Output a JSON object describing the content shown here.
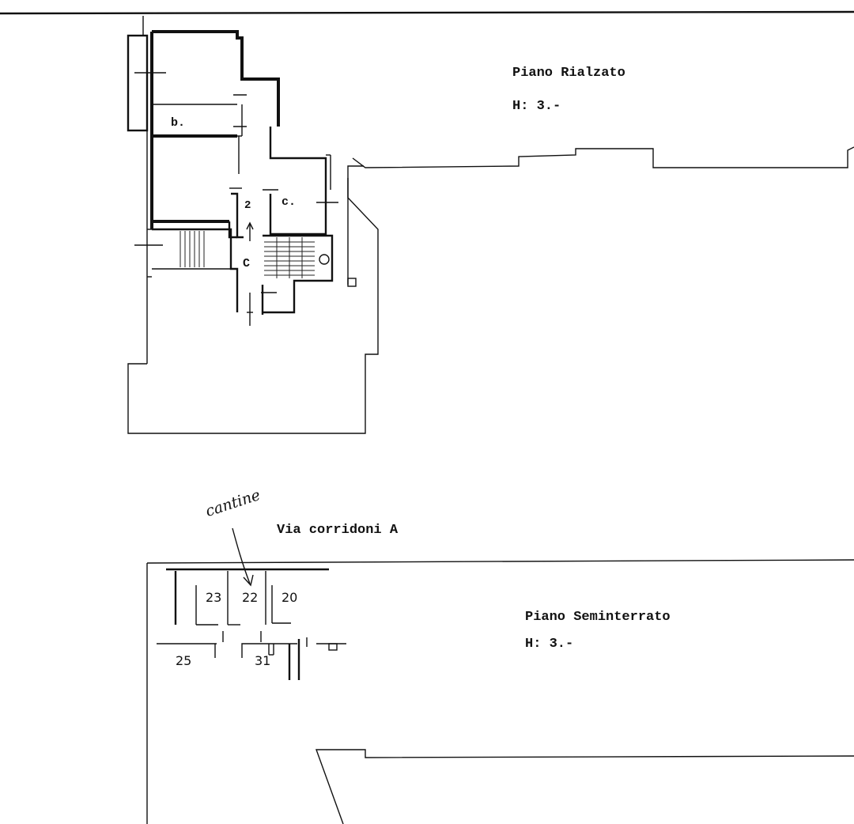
{
  "upper_floor": {
    "title": "Piano Rialzato",
    "height": "H: 3.-",
    "rooms": {
      "b": "b.",
      "c": "c.",
      "corridor": "C",
      "stair_number": "2"
    }
  },
  "lower_floor": {
    "street": "Via  corridoni  A",
    "handwritten_note": "cantine",
    "title": "Piano Seminterrato",
    "height": "H: 3.-",
    "cellars": [
      "23",
      "22",
      "20",
      "25",
      "31"
    ]
  }
}
